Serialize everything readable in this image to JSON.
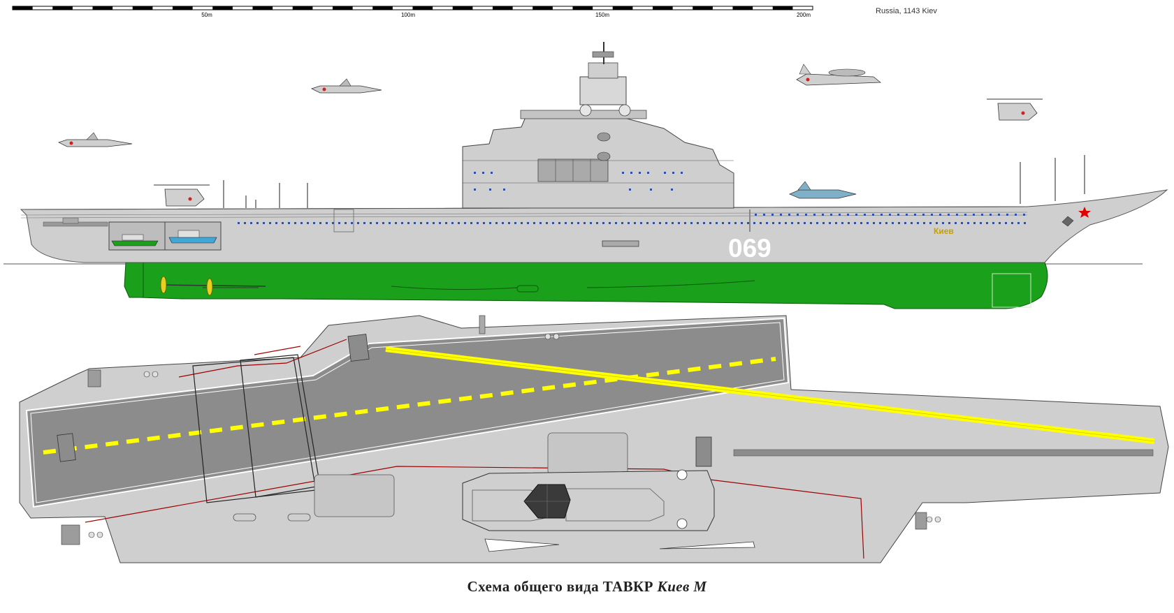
{
  "header": {
    "country_class": "Russia, 1143 Kiev",
    "scale_labels": [
      "50m",
      "100m",
      "150m",
      "200m"
    ]
  },
  "ship": {
    "hull_number": "069",
    "name_marking": "Киев"
  },
  "caption": {
    "prefix": "Схема общего вида ТАВКР",
    "ship_name": "Киев М"
  },
  "colors": {
    "hull_grey": "#cfcfcf",
    "deck_dark": "#8c8c8c",
    "underwater_green": "#1aa01a",
    "deck_line_yellow": "#ffff00",
    "red_lines": "#a00000",
    "star_red": "#e00000",
    "hull_number_white": "#ffffff"
  },
  "icons": [
    "fighter-jet-icon",
    "helicopter-icon",
    "awacs-plane-icon",
    "propeller-icon",
    "red-star-icon"
  ]
}
